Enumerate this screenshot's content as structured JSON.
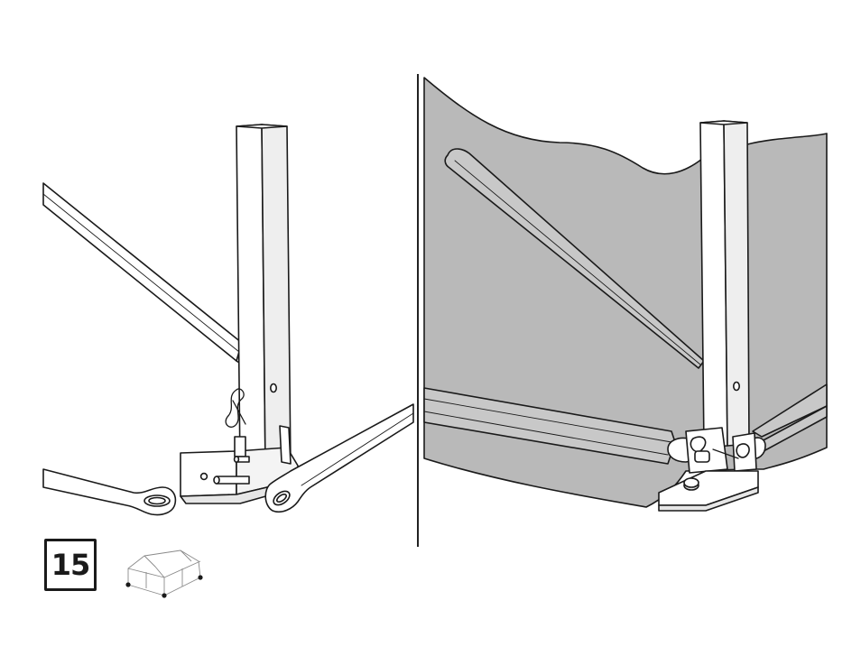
{
  "step": {
    "number": "15"
  },
  "colors": {
    "line": "#1a1a1a",
    "fabric": "#b9b9b9",
    "metal": "#ffffff",
    "metal_shade": "#e6e6e6",
    "divider": "#222222"
  },
  "icons": {
    "mini_tent": "tent-corners-icon"
  },
  "panels": [
    {
      "name": "left-panel",
      "shows": "frame-corner-assembly"
    },
    {
      "name": "right-panel",
      "shows": "fabric-corner-attachment"
    }
  ]
}
